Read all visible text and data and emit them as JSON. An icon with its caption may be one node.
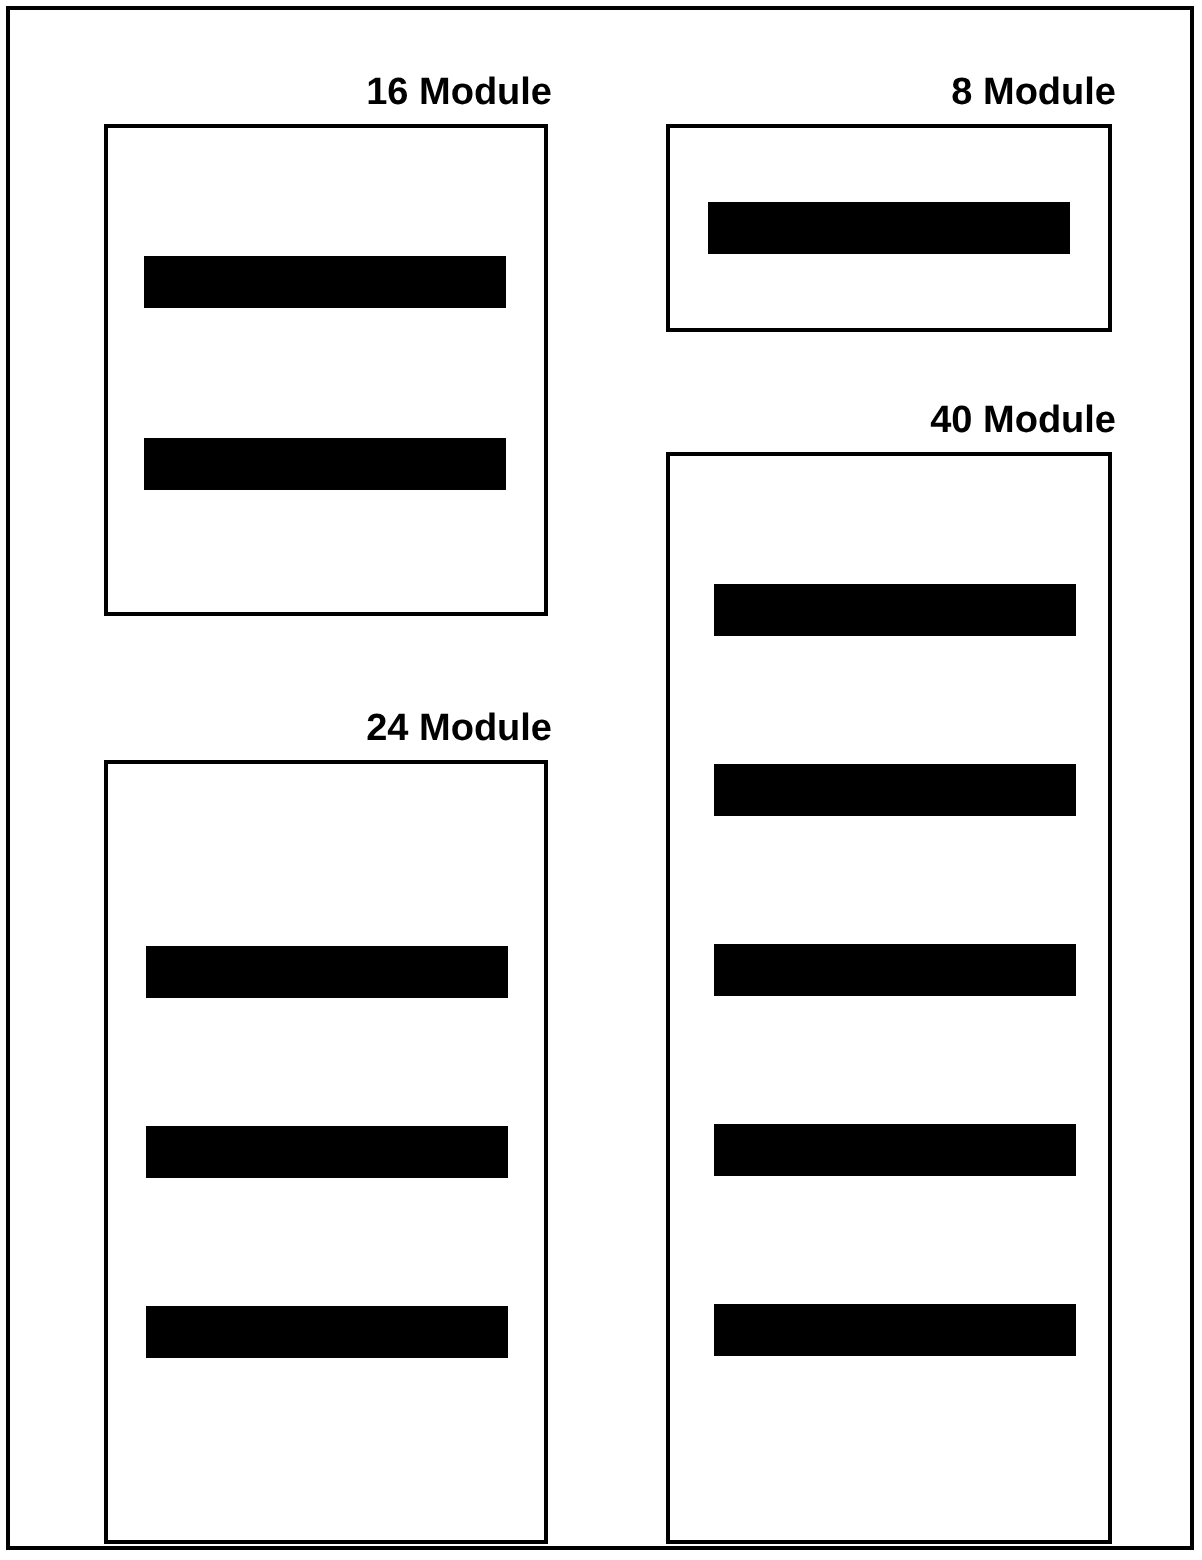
{
  "diagram": {
    "nodes": [
      {
        "text": [
          "16 Module"
        ]
      },
      {
        "text": [],
        "shape": "bar",
        "in": 0
      },
      {
        "text": [],
        "shape": "bar",
        "in": 0
      },
      {
        "text": [
          "8 Module"
        ]
      },
      {
        "text": [],
        "shape": "bar",
        "in": 3
      },
      {
        "text": [
          "40 Module"
        ]
      },
      {
        "text": [],
        "shape": "bar",
        "in": 5
      },
      {
        "text": [],
        "shape": "bar",
        "in": 5
      },
      {
        "text": [],
        "shape": "bar",
        "in": 5
      },
      {
        "text": [],
        "shape": "bar",
        "in": 5
      },
      {
        "text": [],
        "shape": "bar",
        "in": 5
      },
      {
        "text": [
          "24 Module"
        ]
      },
      {
        "text": [],
        "shape": "bar",
        "in": 11
      },
      {
        "text": [],
        "shape": "bar",
        "in": 11
      },
      {
        "text": [],
        "shape": "bar",
        "in": 11
      }
    ],
    "edges": []
  }
}
